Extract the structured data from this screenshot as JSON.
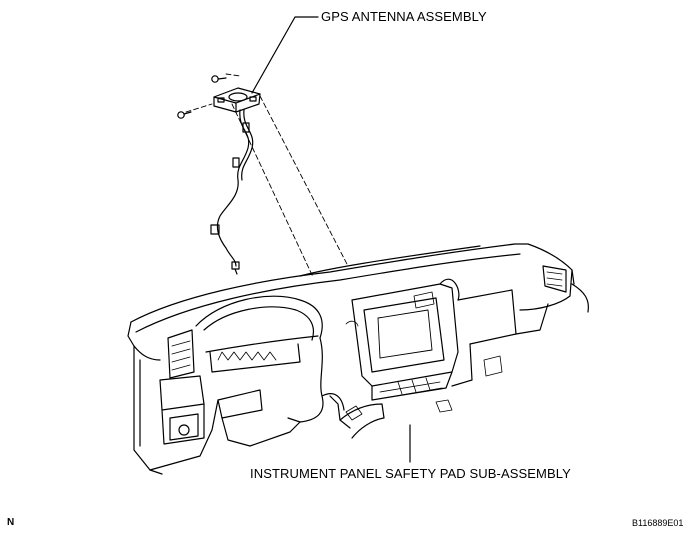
{
  "diagram": {
    "callouts": {
      "antenna": "GPS ANTENNA ASSEMBLY",
      "pad": "INSTRUMENT PANEL SAFETY PAD SUB-ASSEMBLY"
    },
    "corner_left": "N",
    "figure_code": "B116889E01",
    "line_color": "#000000",
    "parts": [
      "gps-antenna-assembly",
      "mounting-screw",
      "antenna-cable",
      "instrument-panel-safety-pad"
    ]
  }
}
